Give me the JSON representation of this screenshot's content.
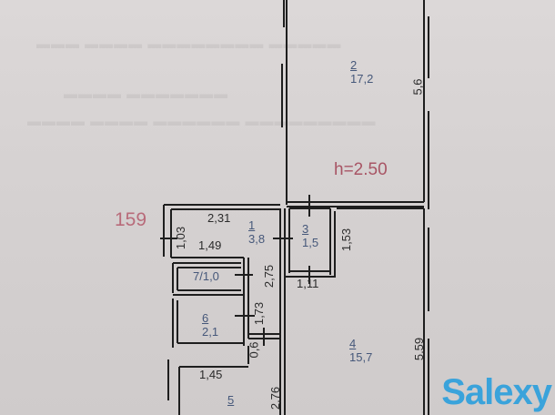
{
  "plan": {
    "stamp_number": "159",
    "ceiling_height": "h=2.50",
    "watermark": "Salexy",
    "colors": {
      "walls": "#1e1e1e",
      "room_labels": "#46587a",
      "stamp": "#b86b7a",
      "watermark": "#3aa3db",
      "paper": "#d8d4d4"
    },
    "rooms": [
      {
        "id": "1",
        "area": "3,8"
      },
      {
        "id": "2",
        "area": "17,2"
      },
      {
        "id": "3",
        "area": "1,5"
      },
      {
        "id": "4",
        "area": "15,7"
      },
      {
        "id": "5",
        "area": ""
      },
      {
        "id": "6",
        "area": "2,1"
      },
      {
        "id": "7",
        "label": "7/1,0"
      }
    ],
    "dimensions": {
      "d_2_31": "2,31",
      "d_1_03": "1,03",
      "d_1_49": "1,49",
      "d_2_75": "2,75",
      "d_1_53": "1,53",
      "d_1_11": "1,11",
      "d_1_73": "1,73",
      "d_0_6": "0,6",
      "d_1_45": "1,45",
      "d_2_76": "2,76",
      "d_5_6": "5,6",
      "d_5_59": "5,59"
    }
  }
}
